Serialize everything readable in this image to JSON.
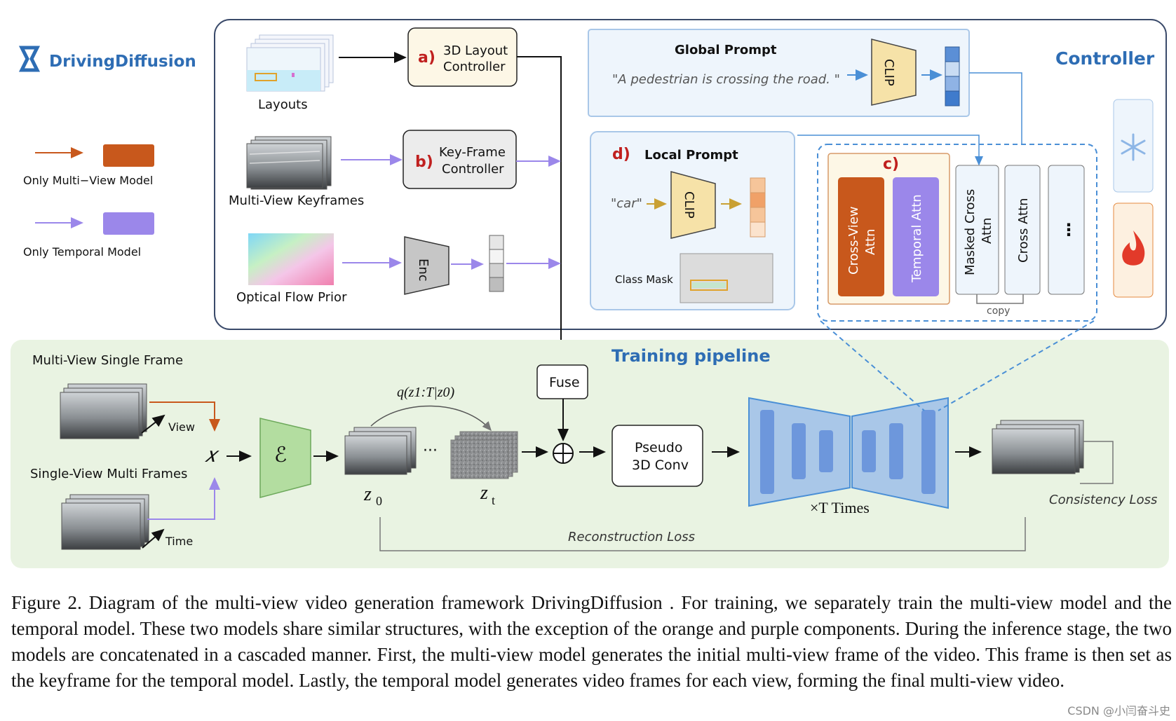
{
  "legend": {
    "brand": "DrivingDiffusion",
    "multi_view": "Only Multi−View Model",
    "temporal": "Only Temporal Model"
  },
  "controller": {
    "title": "Controller",
    "layouts": "Layouts",
    "a_letter": "a)",
    "a_line1": "3D Layout",
    "a_line2": "Controller",
    "keyframes": "Multi-View Keyframes",
    "b_letter": "b)",
    "b_line1": "Key-Frame",
    "b_line2": "Controller",
    "optical_flow": "Optical Flow Prior",
    "enc": "Enc",
    "global_title": "Global Prompt",
    "global_text": "\"A pedestrian is crossing the road. \"",
    "clip": "CLIP",
    "d_letter": "d)",
    "local_title": "Local Prompt",
    "local_text": "\"car\"",
    "class_mask": "Class Mask",
    "c_letter": "c)",
    "cross_view_1": "Cross-View",
    "cross_view_2": "Attn",
    "temporal_attn": "Temporal Attn",
    "masked_cross_1": "Masked Cross",
    "masked_cross_2": "Attn",
    "cross_attn": "Cross Attn",
    "dots": "⋮",
    "copy": "copy"
  },
  "training": {
    "title": "Training pipeline",
    "mv_single": "Multi-View Single Frame",
    "view": "View",
    "sv_multi": "Single-View Multi Frames",
    "time": "Time",
    "x": "𝑥",
    "encoder": "ℰ",
    "z0": "z",
    "z0_sub": "0",
    "zt": "z",
    "zt_sub": "t",
    "q_expr": "q(z1:T|z0)",
    "ellipsis": "···",
    "fuse": "Fuse",
    "pseudo_1": "Pseudo",
    "pseudo_2": "3D Conv",
    "times": "×T Times",
    "consistency": "Consistency Loss",
    "reconstruction": "Reconstruction Loss"
  },
  "caption": "Figure 2. Diagram of the multi-view video generation framework DrivingDiffusion . For training, we separately train the multi-view model and the temporal model. These two models share similar structures, with the exception of the orange and purple components. During the inference stage, the two models are concatenated in a cascaded manner. First, the multi-view model generates the initial multi-view frame of the video. This frame is then set as the keyframe for the temporal model. Lastly, the temporal model generates video frames for each view, forming the final multi-view video.",
  "watermark": "CSDN @小闫奋斗史",
  "colors": {
    "orange": "#c8581c",
    "purple": "#9b87ea",
    "blue_title": "#2e6db4",
    "green_panel": "#e9f3e2",
    "unet": "#a9c7e8"
  }
}
